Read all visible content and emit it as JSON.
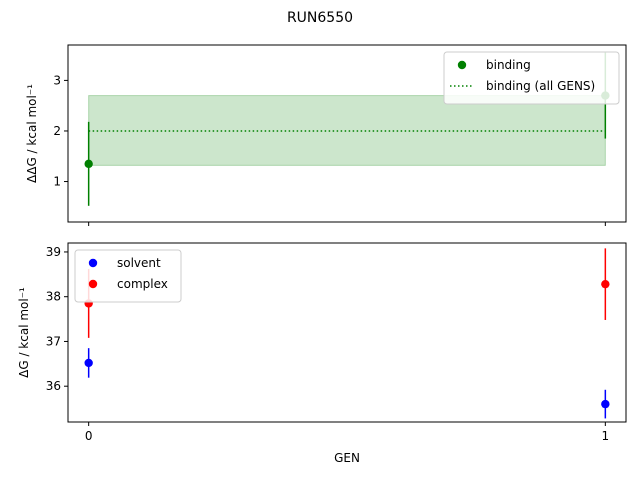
{
  "figure": {
    "title": "RUN6550"
  },
  "chart_data": [
    {
      "type": "scatter",
      "panel": "top",
      "ylabel": "ΔΔG / kcal mol⁻¹",
      "xlabel": "",
      "xlim": [
        -0.04,
        1.04
      ],
      "ylim": [
        0.2,
        3.7
      ],
      "yticks": [
        1,
        2,
        3
      ],
      "ytick_labels": [
        "1",
        "2",
        "3"
      ],
      "grid": false,
      "legend": "top-right",
      "series": [
        {
          "name": "binding",
          "kind": "errorbar",
          "color": "#008000",
          "x": [
            0,
            1
          ],
          "y": [
            1.35,
            2.7
          ],
          "err": [
            0.83,
            0.85
          ]
        },
        {
          "name": "binding (all GENS)",
          "kind": "hline-band",
          "color": "#008000",
          "y": 2.0,
          "band": [
            1.32,
            2.7
          ],
          "xrange": [
            0,
            1
          ]
        }
      ]
    },
    {
      "type": "scatter",
      "panel": "bottom",
      "ylabel": "ΔG / kcal mol⁻¹",
      "xlabel": "GEN",
      "xlim": [
        -0.04,
        1.04
      ],
      "ylim": [
        35.2,
        39.2
      ],
      "xticks": [
        0,
        1
      ],
      "xtick_labels": [
        "0",
        "1"
      ],
      "yticks": [
        36,
        37,
        38,
        39
      ],
      "ytick_labels": [
        "36",
        "37",
        "38",
        "39"
      ],
      "grid": false,
      "legend": "top-left",
      "series": [
        {
          "name": "solvent",
          "kind": "errorbar",
          "color": "#0000ff",
          "x": [
            0,
            1
          ],
          "y": [
            36.52,
            35.6
          ],
          "err": [
            0.33,
            0.32
          ]
        },
        {
          "name": "complex",
          "kind": "errorbar",
          "color": "#ff0000",
          "x": [
            0,
            1
          ],
          "y": [
            37.85,
            38.28
          ],
          "err": [
            0.77,
            0.8
          ]
        }
      ]
    }
  ]
}
